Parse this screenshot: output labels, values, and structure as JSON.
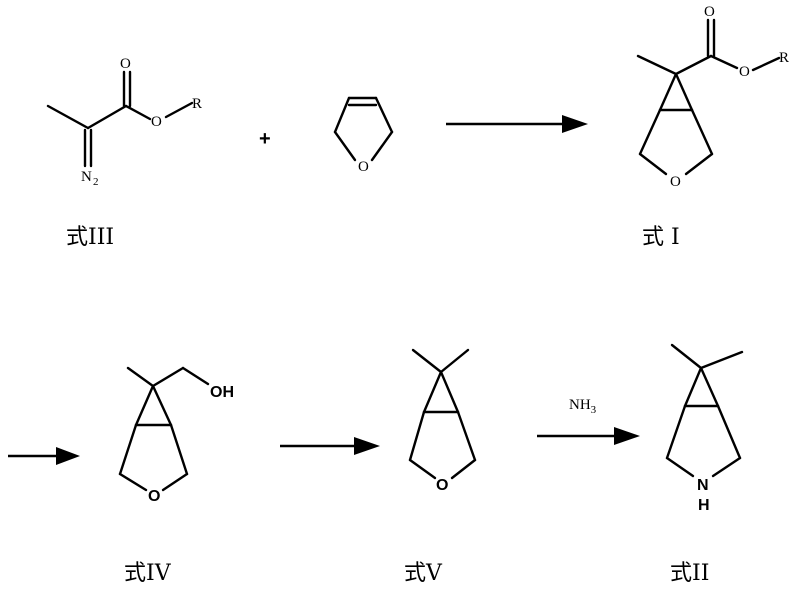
{
  "captions": {
    "formula_III": "式III",
    "formula_I": "式 I",
    "formula_IV": "式IV",
    "formula_V": "式V",
    "formula_II": "式II"
  },
  "atoms": {
    "O": "O",
    "R": "R",
    "N2_main": "N",
    "N2_sub": "2",
    "OH": "OH",
    "N": "N",
    "H": "H"
  },
  "plus": "+",
  "reagent": {
    "main": "NH",
    "sub": "3"
  }
}
